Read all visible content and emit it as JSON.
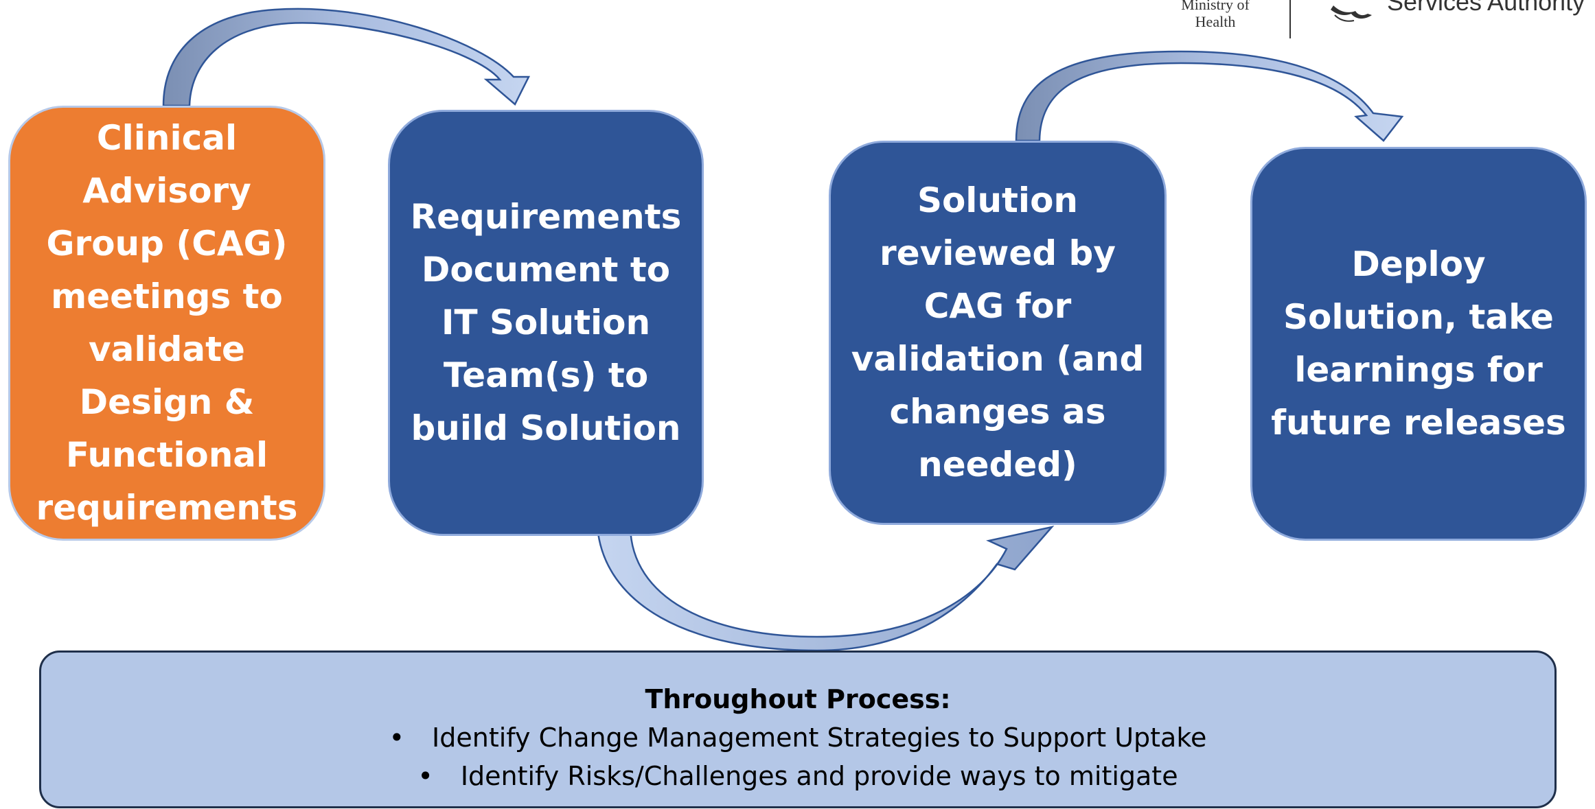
{
  "steps": [
    {
      "lines": [
        "Clinical",
        "Advisory",
        "Group (CAG)",
        "meetings to",
        "validate",
        "Design &",
        "Functional",
        "requirements"
      ],
      "color": "#ed7d31"
    },
    {
      "lines": [
        "Requirements",
        "Document to",
        "IT Solution",
        "Team(s) to",
        "build Solution"
      ],
      "color": "#2f5597"
    },
    {
      "lines": [
        "Solution",
        "reviewed by",
        "CAG for",
        "validation (and",
        "changes as",
        "needed)"
      ],
      "color": "#2f5597"
    },
    {
      "lines": [
        "Deploy",
        "Solution, take",
        "learnings for",
        "future releases"
      ],
      "color": "#2f5597"
    }
  ],
  "process": {
    "title": "Throughout Process:",
    "items": [
      "Identify Change Management Strategies to Support Uptake",
      "Identify Risks/Challenges and provide ways to mitigate"
    ],
    "bullet": "•"
  },
  "logo": {
    "ministry_line1": "Ministry of",
    "ministry_line2": "Health",
    "authority": "Services Authority",
    "icon": "bird-icon"
  },
  "colors": {
    "arrow_fill": "#b4c7e7",
    "arrow_stroke": "#2f5597",
    "process_fill": "#b4c7e7"
  }
}
